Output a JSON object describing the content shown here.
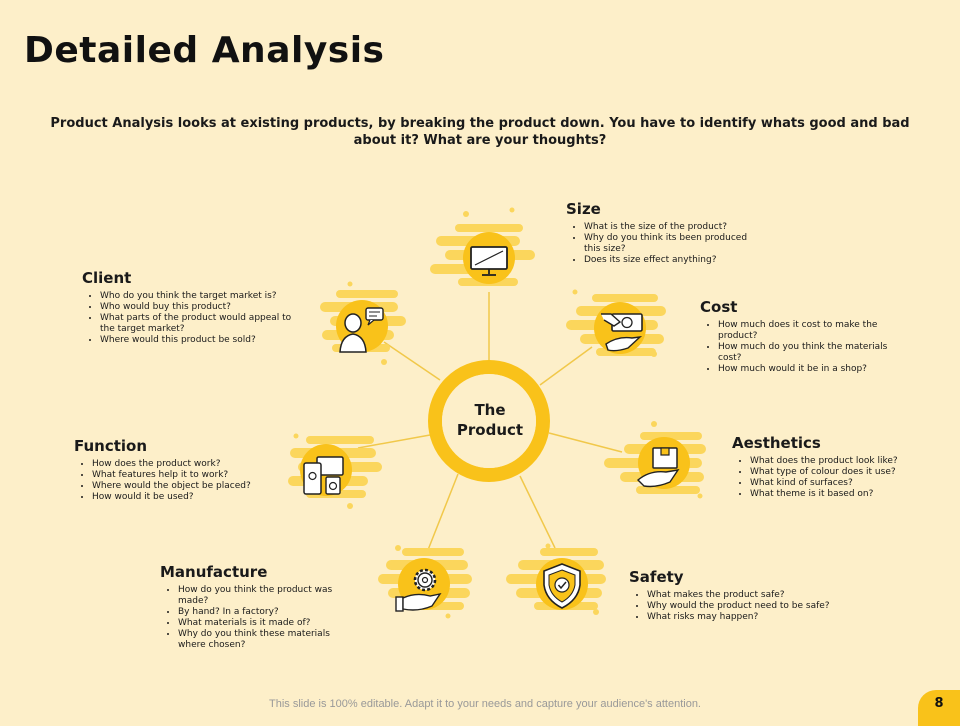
{
  "title": "Detailed Analysis",
  "intro": "Product Analysis looks at existing products, by breaking  the product down. You have to identify whats good and bad about it? What are your thoughts?",
  "hub": {
    "line1": "The",
    "line2": "Product"
  },
  "colors": {
    "accent": "#f9c21a",
    "accent_light": "#fbd65c",
    "background": "#fdefc9",
    "line": "#f1c84a"
  },
  "sections": {
    "size": {
      "title": "Size",
      "icon": "monitor-icon",
      "items": [
        "What is the size of the product?",
        "Why do you think its been produced this size?",
        "Does its size effect anything?"
      ]
    },
    "client": {
      "title": "Client",
      "icon": "person-speech-icon",
      "items": [
        "Who do you think the target market is?",
        "Who would buy this product?",
        "What parts of the product would appeal to the target market?",
        "Where would this product be sold?"
      ]
    },
    "cost": {
      "title": "Cost",
      "icon": "money-hand-icon",
      "items": [
        "How much does it cost to make the product?",
        "How much do you think the materials cost?",
        "How much would it be in a shop?"
      ]
    },
    "function": {
      "title": "Function",
      "icon": "devices-icon",
      "items": [
        "How does the product work?",
        "What features help it to work?",
        "Where would the object be placed?",
        "How would it be used?"
      ]
    },
    "aesthetics": {
      "title": "Aesthetics",
      "icon": "box-hand-icon",
      "items": [
        "What does the product look like?",
        "What type of colour does it use?",
        "What kind of surfaces?",
        "What theme is it based on?"
      ]
    },
    "manufacture": {
      "title": "Manufacture",
      "icon": "gear-hand-icon",
      "items": [
        "How do you think the product was made?",
        "By hand? In a factory?",
        "What materials is it made of?",
        "Why do you think these materials where chosen?"
      ]
    },
    "safety": {
      "title": "Safety",
      "icon": "shield-check-icon",
      "items": [
        "What makes the product safe?",
        "Why would the product need to be safe?",
        "What risks may happen?"
      ]
    }
  },
  "footer": "This slide is 100% editable. Adapt it to your needs and capture your audience's attention.",
  "page_number": "8"
}
